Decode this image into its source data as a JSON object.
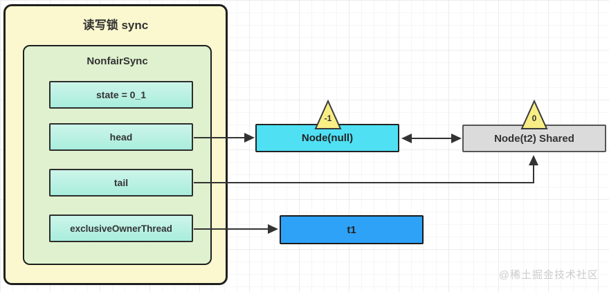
{
  "diagram": {
    "sync": {
      "title": "读写锁 sync",
      "inner_title": "NonfairSync",
      "fields": [
        "state = 0_1",
        "head",
        "tail",
        "exclusiveOwnerThread"
      ]
    },
    "nodes": {
      "node_null": {
        "label": "Node(null)",
        "badge": "-1"
      },
      "node_t2": {
        "label": "Node(t2) Shared",
        "badge": "0"
      },
      "t1": {
        "label": "t1"
      }
    },
    "watermark": "@稀土掘金技术社区",
    "colors": {
      "outer_box_bg": "#FBF8CF",
      "inner_box_bg": "#DFF1CE",
      "field_bg": "#B9F1E3",
      "node_null_bg": "#4FE0F4",
      "node_t2_bg": "#DBDBDB",
      "t1_bg": "#2EA2F6",
      "badge_bg": "#F8EE85",
      "arrow": "#333333",
      "watermark": "#cccccc"
    }
  }
}
